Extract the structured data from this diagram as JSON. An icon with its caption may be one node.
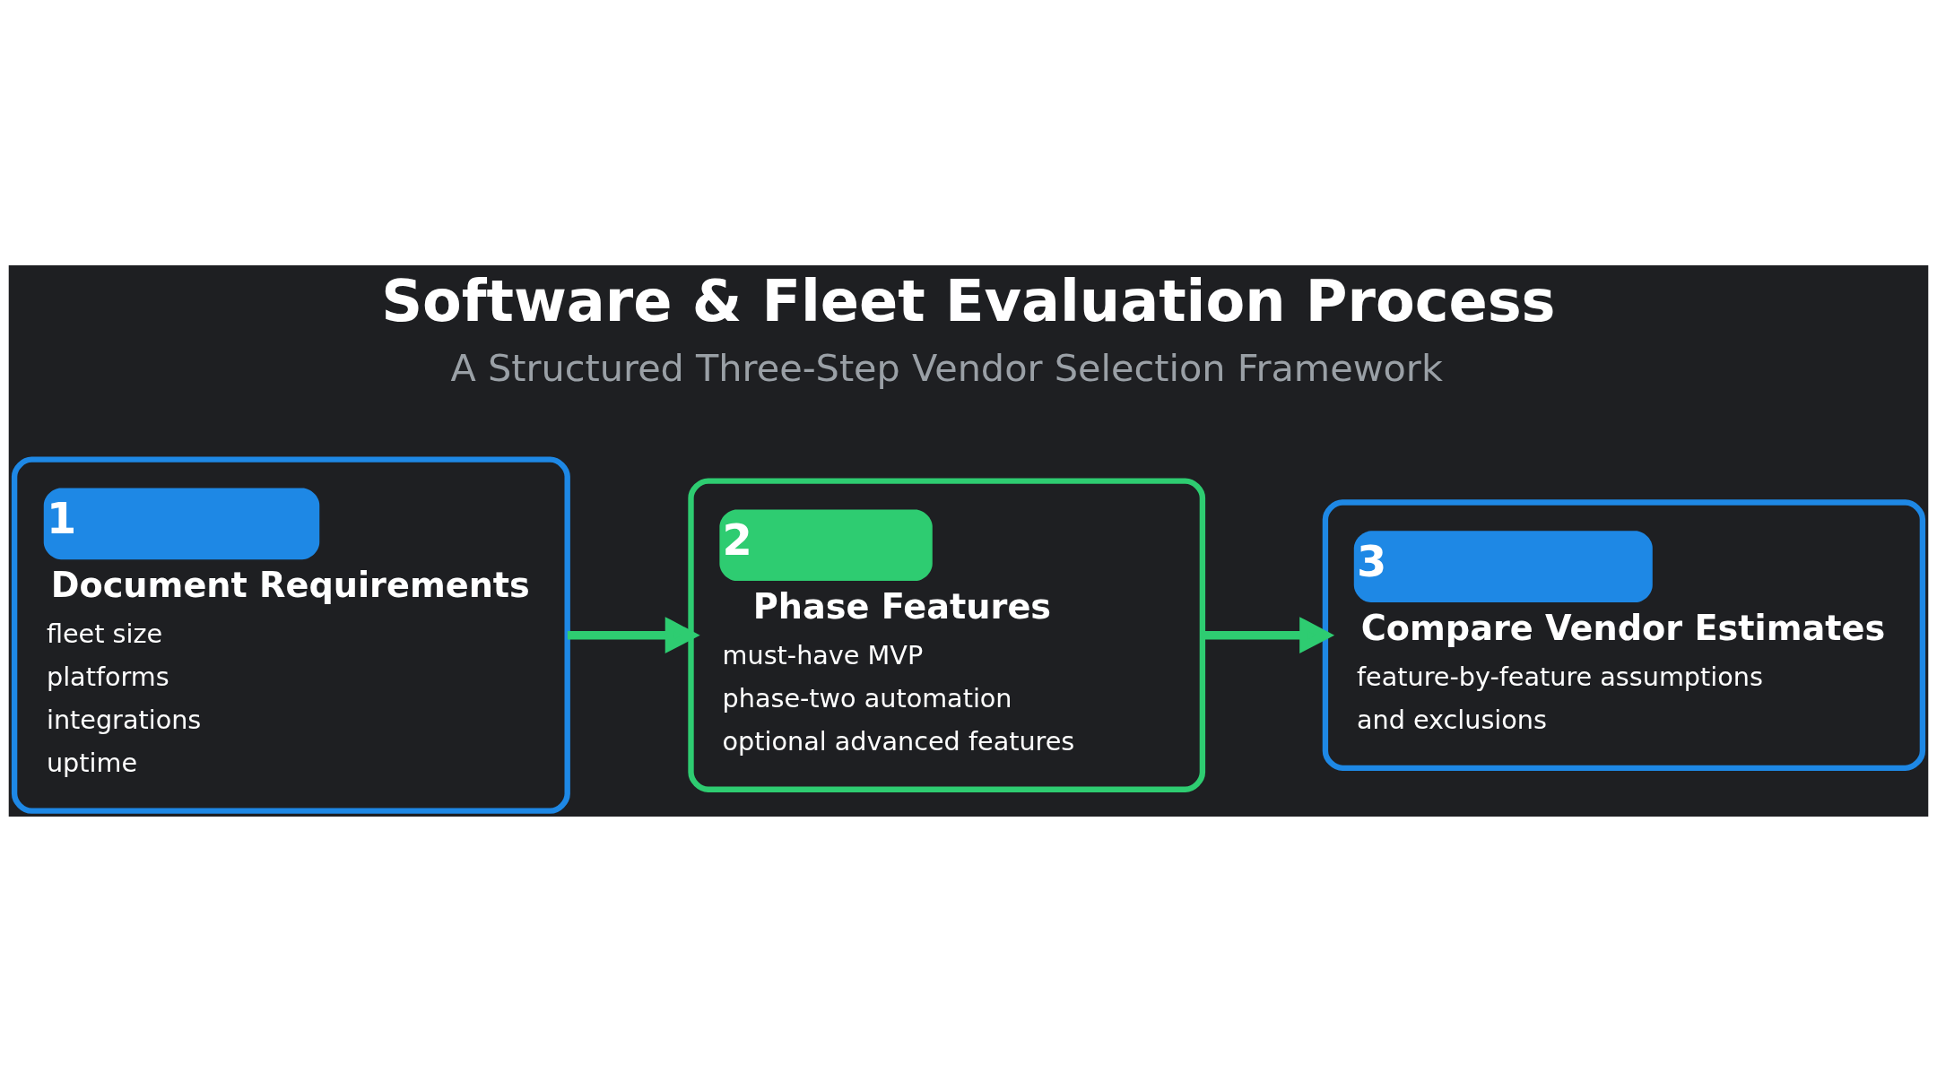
{
  "diagram": {
    "title": "Software & Fleet Evaluation Process",
    "nodes": [
      {
        "text": [
          "1",
          "Document Requirements",
          "fleet size",
          "platforms",
          "integrations",
          "uptime"
        ]
      },
      {
        "text": [
          "2",
          "Phase Features",
          "must-have MVP",
          "phase-two automation",
          "optional advanced features"
        ]
      },
      {
        "text": [
          "3",
          "Compare Vendor Estimates",
          "feature-by-feature assumptions",
          "and exclusions"
        ]
      }
    ],
    "edges": [
      {
        "from": 0,
        "to": 1,
        "arrow": "to"
      },
      {
        "from": 1,
        "to": 2,
        "arrow": "to"
      }
    ],
    "labels": [
      "A Structured Three-Step Vendor Selection Framework"
    ]
  }
}
